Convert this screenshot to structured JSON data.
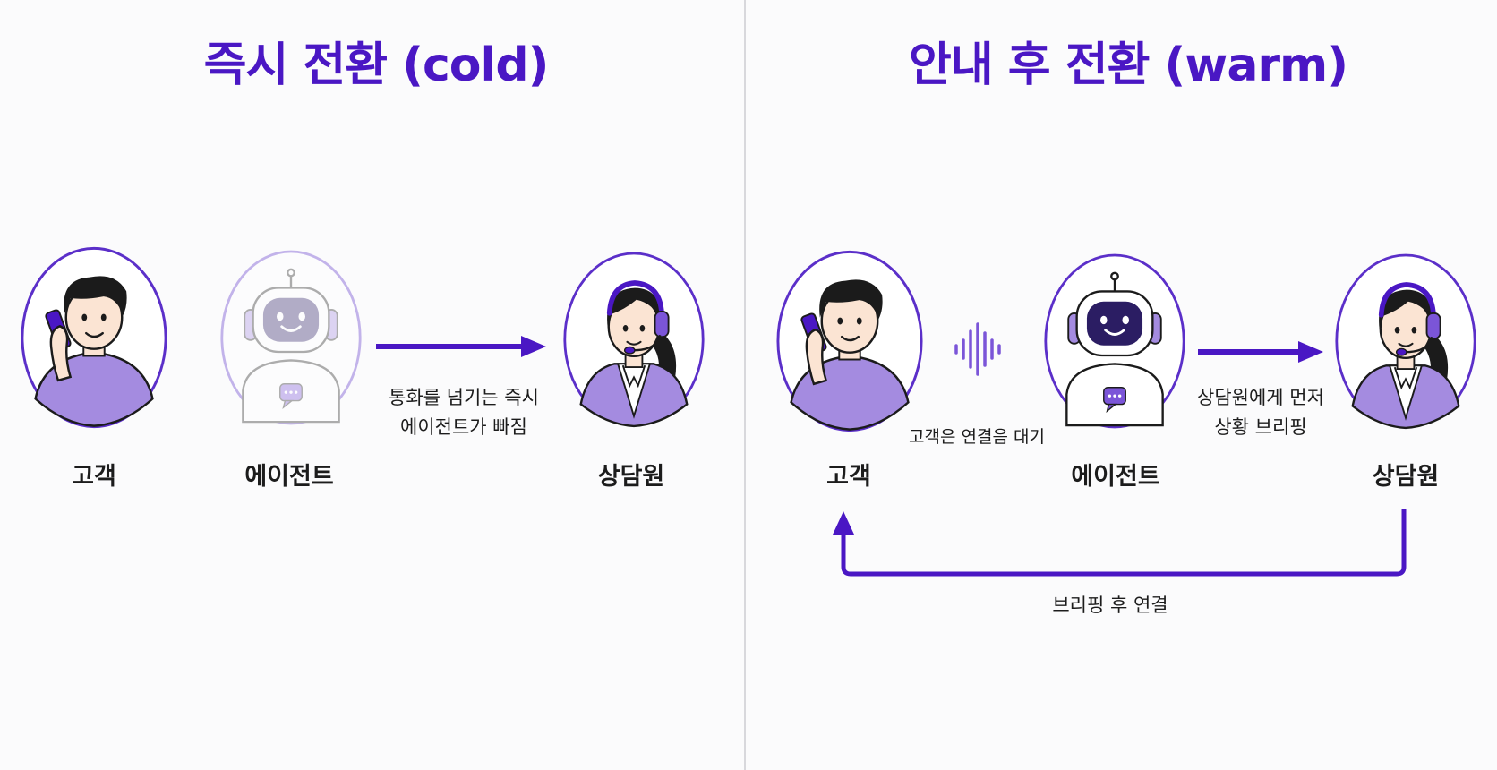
{
  "cold": {
    "title": "즉시 전환 (cold)",
    "nodes": {
      "customer": "고객",
      "agent": "에이전트",
      "counselor": "상담원"
    },
    "caption_line1": "통화를 넘기는 즉시",
    "caption_line2": "에이전트가 빠짐"
  },
  "warm": {
    "title": "안내 후 전환 (warm)",
    "nodes": {
      "customer": "고객",
      "agent": "에이전트",
      "counselor": "상담원"
    },
    "wait_caption": "고객은 연결음 대기",
    "brief_line1": "상담원에게 먼저",
    "brief_line2": "상황 브리핑",
    "return_caption": "브리핑 후 연결"
  },
  "colors": {
    "accent": "#4a17c4",
    "frame": "#5b2fc9",
    "fill": "#a48be0",
    "faded": "#d5cdee"
  },
  "icons": [
    "customer-phone-icon",
    "robot-agent-icon",
    "counselor-headset-icon",
    "sound-wave-icon",
    "chat-bubble-icon",
    "arrow-right-icon",
    "return-arrow-icon"
  ]
}
